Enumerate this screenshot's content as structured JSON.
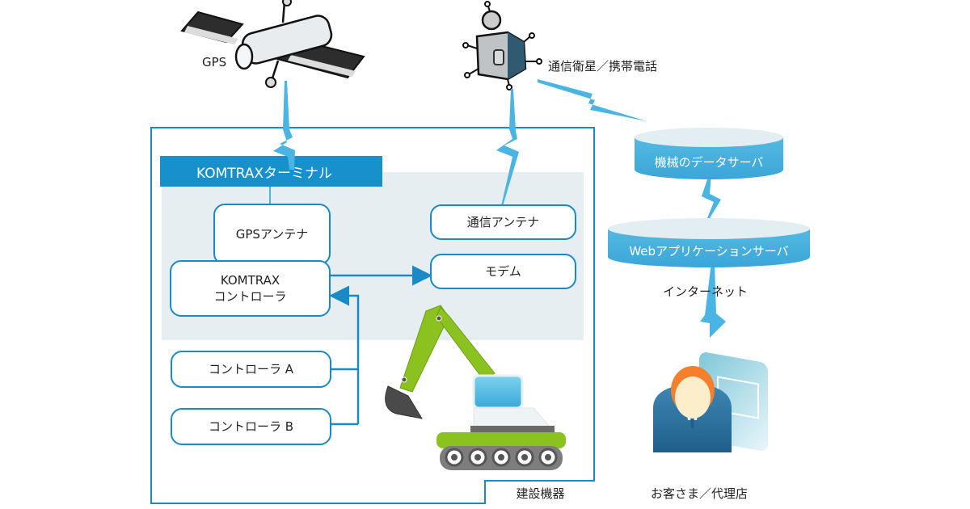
{
  "satellites": {
    "gps": {
      "label": "GPS",
      "icon": "gps-satellite-icon"
    },
    "comm": {
      "label": "通信衛星／携帯電話",
      "icon": "communication-satellite-icon"
    }
  },
  "equipment": {
    "frame_label": "建設機器",
    "terminal": {
      "title": "KOMTRAXターミナル",
      "gps_antenna": "GPSアンテナ",
      "comm_antenna": "通信アンテナ",
      "controller_line1": "KOMTRAX",
      "controller_line2": "コントローラ",
      "modem": "モデム"
    },
    "controller_a": "コントローラ A",
    "controller_b": "コントローラ B",
    "machine_icon": "excavator-icon"
  },
  "servers": {
    "data_server": "機械のデータサーバ",
    "web_server": "Webアプリケーションサーバ",
    "internet": "インターネット"
  },
  "customer": {
    "label": "お客さま／代理店",
    "icon": "customer-with-monitor-icon"
  },
  "colors": {
    "frame_blue": "#1a8ac6",
    "header_blue": "#1790cc",
    "signal_blue": "#4ab4e2",
    "terminal_bg": "#e6eef2",
    "excavator_green": "#8cc21f"
  }
}
